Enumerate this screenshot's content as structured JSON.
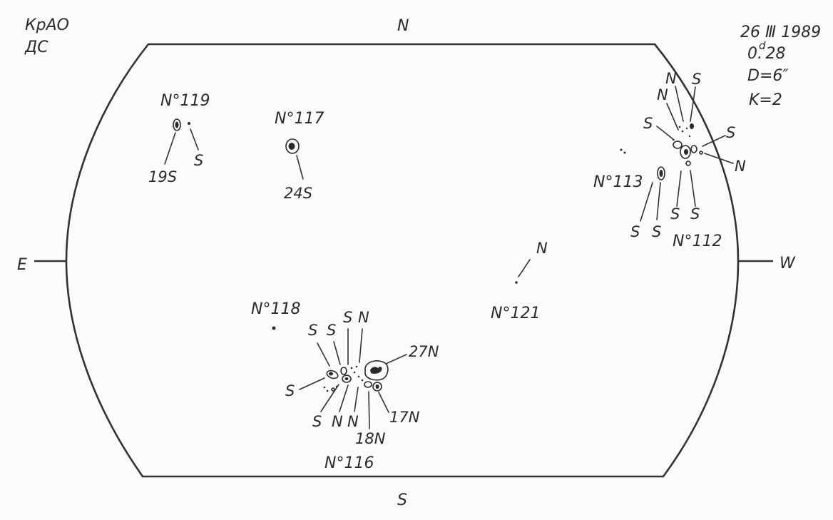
{
  "header": {
    "observatory": "КрАО",
    "instrument": "ДС"
  },
  "observation": {
    "date": "26 Ⅲ 1989",
    "time_int": "0.",
    "time_unit": "d",
    "time_frac": "28",
    "diameter": "D=6″",
    "quality": "K=2"
  },
  "directions": {
    "north": "N",
    "south": "S",
    "east": "E",
    "west": "W"
  },
  "groups": [
    {
      "number": "N°119",
      "labels": [
        "19S",
        "S"
      ]
    },
    {
      "number": "N°117",
      "labels": [
        "24S"
      ]
    },
    {
      "number": "N°113",
      "labels": [
        "S",
        "S"
      ]
    },
    {
      "number": "N°112",
      "labels": [
        "N",
        "S",
        "N",
        "S",
        "S",
        "N",
        "S",
        "S"
      ]
    },
    {
      "number": "N°118",
      "labels": []
    },
    {
      "number": "N°116",
      "labels": [
        "S",
        "S",
        "S",
        "N",
        "27N",
        "S",
        "S",
        "N",
        "N",
        "18N",
        "17N"
      ]
    },
    {
      "number": "N°121",
      "labels": [
        "N"
      ]
    }
  ]
}
